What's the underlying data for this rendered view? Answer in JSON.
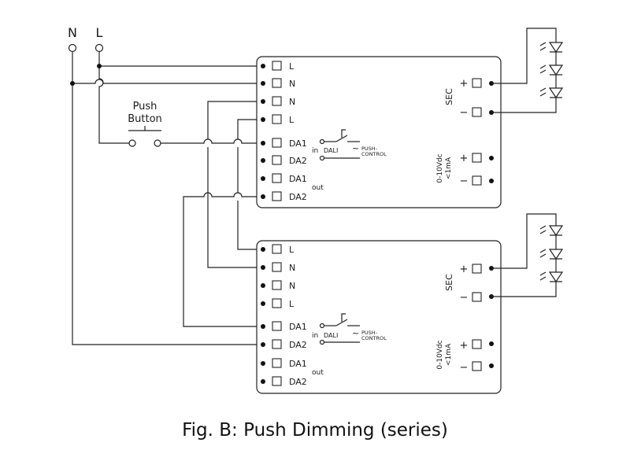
{
  "supply": {
    "n": "N",
    "l": "L"
  },
  "push_button": {
    "line1": "Push",
    "line2": "Button"
  },
  "driver": {
    "terminals": [
      "L",
      "N",
      "N",
      "L",
      "DA1",
      "DA2",
      "DA1",
      "DA2"
    ],
    "in_label": "in",
    "out_label": "out",
    "dali_label": "DALI",
    "tilde": "~",
    "push_control": [
      "PUSH-",
      "CONTROL"
    ],
    "sec_label": "SEC",
    "plus": "+",
    "minus": "−",
    "dim_label": [
      "0-10Vdc",
      "<1mA"
    ]
  },
  "caption": "Fig. B: Push Dimming (series)"
}
